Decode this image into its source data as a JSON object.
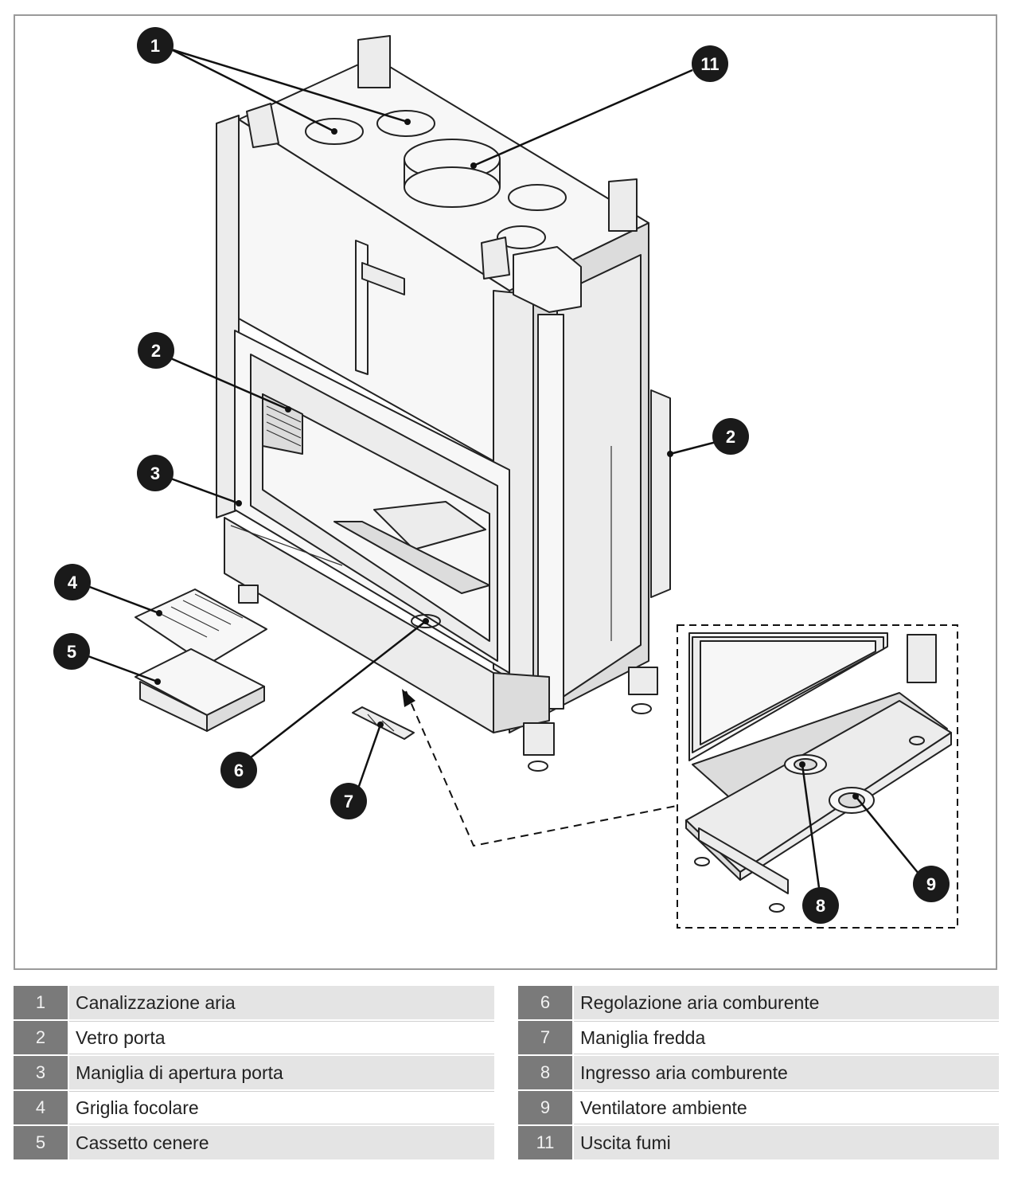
{
  "callouts": {
    "c1": "1",
    "c11": "11",
    "c2a": "2",
    "c2b": "2",
    "c3": "3",
    "c4": "4",
    "c5": "5",
    "c6": "6",
    "c7": "7",
    "c8": "8",
    "c9": "9"
  },
  "legend_left": [
    {
      "num": "1",
      "label": "Canalizzazione aria"
    },
    {
      "num": "2",
      "label": "Vetro porta"
    },
    {
      "num": "3",
      "label": "Maniglia di apertura porta"
    },
    {
      "num": "4",
      "label": "Griglia focolare"
    },
    {
      "num": "5",
      "label": "Cassetto cenere"
    }
  ],
  "legend_right": [
    {
      "num": "6",
      "label": "Regolazione aria comburente"
    },
    {
      "num": "7",
      "label": "Maniglia fredda"
    },
    {
      "num": "8",
      "label": "Ingresso aria comburente"
    },
    {
      "num": "9",
      "label": "Ventilatore ambiente"
    },
    {
      "num": "11",
      "label": "Uscita fumi"
    }
  ]
}
